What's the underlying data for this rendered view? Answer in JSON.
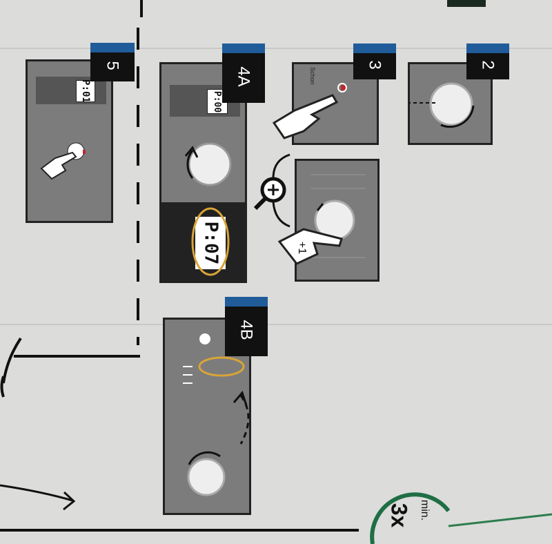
{
  "steps": {
    "step2": {
      "label": "2"
    },
    "step3": {
      "label": "3",
      "display_text": "Schon"
    },
    "step4a": {
      "label": "4A",
      "display_top": "P:00",
      "display_bottom": "P:07"
    },
    "step4b": {
      "label": "4B"
    },
    "step5": {
      "label": "5",
      "display": "P:01"
    }
  },
  "gesture": {
    "increment": "+1"
  },
  "badge": {
    "count": "3x",
    "prefix": "min."
  },
  "colors": {
    "panel": "#7c7c7c",
    "border": "#222222",
    "tab_blue": "#1f5c99",
    "highlight": "#d8a437",
    "badge_green": "#2e7d4f",
    "paper": "#dcdcda"
  },
  "icons": [
    "hand-pointer-icon",
    "dial-icon",
    "zoom-plus-icon",
    "sun-icon",
    "leaf-icon",
    "rotate-arrow-icon"
  ]
}
